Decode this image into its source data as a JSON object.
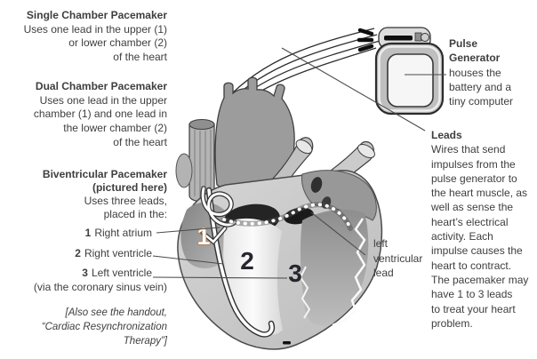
{
  "colors": {
    "text": "#3e3e3e",
    "pointer_line": "#4a4a4a",
    "heart_light": "#cccccc",
    "heart_mid": "#9c9c9c",
    "heart_dark": "#242424",
    "lead_white": "#ffffff",
    "number_1_outline": "#b2703d",
    "number_dark": "#26262e"
  },
  "left_column": {
    "sections": [
      {
        "heading": "Single Chamber Pacemaker",
        "body": "Uses one lead in the upper (1)\nor lower chamber (2)\nof the heart"
      },
      {
        "heading": "Dual Chamber Pacemaker",
        "body": "Uses one lead in the upper\nchamber (1) and one lead in\nthe lower chamber (2)\nof the heart"
      },
      {
        "heading": "Biventricular Pacemaker",
        "subheading": "(pictured here)",
        "body": "Uses three leads,\nplaced in the:"
      }
    ],
    "lead_list": [
      {
        "num": "1",
        "label": "Right atrium"
      },
      {
        "num": "2",
        "label": "Right ventricle"
      },
      {
        "num": "3",
        "label": "Left ventricle"
      }
    ],
    "lead_note": "(via the coronary sinus vein)",
    "footnote": "[Also see the handout,\n“Cardiac Resynchronization\nTherapy”]"
  },
  "pulse_generator_label": {
    "heading": "Pulse\nGenerator",
    "body": "houses the\nbattery and a\ntiny computer"
  },
  "leads_label": {
    "heading": "Leads",
    "body": "Wires that send\nimpulses from the\npulse generator to\nthe heart muscle, as\nwell as sense the\nheart’s electrical\nactivity. Each\nimpulse causes the\nheart to contract.\nThe pacemaker may\nhave 1 to 3 leads\nto treat your heart\nproblem."
  },
  "lv_lead_label": "left\nventricular\nlead",
  "heart_numbers": {
    "right_atrium": "1",
    "right_ventricle": "2",
    "left_ventricle": "3"
  }
}
